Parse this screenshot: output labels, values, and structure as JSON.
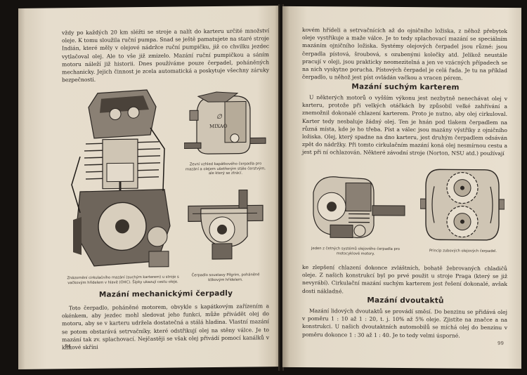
{
  "left_page": {
    "paragraph_1": "vždy po každých 20 km sléžti se stroje a nalít do karteru určité množství oleje. K tomu sloužila ruční pumpa. Snad se ještě pamatujete na staré stroje Indián, které měly v olejové nádržce ruční pumpičku, již co chvilku jezdec vytlačoval olej. Ale to vše již zmizelo. Mazání ruční pumpičkou a sáním motoru náleží již historii. Dnes používáme pouze čerpadel, poháněných mechanicky. Jejich činnost je zcela automatická a poskytuje všechny záruky bezpečnosti.",
    "caption_engine": "Znázornění cirkulačního mazání (suchým karterem) u stroje s vačkovým hřídelem v hlavě (OHC). Šipky ukazují cestu oleje.",
    "caption_pump": "Zevní vzhled kapátkového čerpadla pro mazání a olejem ušetřeným stále čerstvým, ale který se ztrácí.",
    "pump_label": "MIXAO",
    "caption_pump2": "Čerpadlo soustavy Pilgrim, poháněné klikovým hřídelem.",
    "heading": "Mazání mechanickými čerpadly",
    "paragraph_2": "Toto čerpadlo, poháněné motorem, obvykle s kapátkovým zařízením a okénkem, aby jezdec mohl sledovat jeho funkci, může přivádět olej do motoru, aby se v karteru udržela dostatečná a stálá hladina. Vlastní mazání se potom obstarává setrvačníky, které odstřikují olej na stěny válce. Je to mazání tak zv. splachovací. Nejčastěji se však olej přivádí pomocí kanálků v klikové skříni",
    "page_number": "94"
  },
  "right_page": {
    "paragraph_1": "kovém hřídeli a setrvačnících až do ojničního ložiska, z něhož přebytek oleje vystřikuje a maže válce. Je to tedy splachovací mazání se speciálním mazáním ojničního ložiska. Systémy olejových čerpadel jsou různé: jsou čerpadla pístová, šroubová, s ozubenými kolečky atd. Jelikož neustále pracují v oleji, jsou prakticky neomezitelná a jen ve vzácných případech se na nich vyskytne porucha. Pístových čerpadel je celá řada. Je tu na příklad čerpadlo, u něhož jest píst ovládán vačkou a vracen pérem.",
    "heading_1": "Mazání suchým karterem",
    "paragraph_2": "U některých motorů o vyšším výkonu jest nezbytně nenechávat olej v karteru, protože při velkých otáčkách by způsobil velké zahřívání a znemožnil dokonalé chlazení karterem. Proto je nutno, aby olej cirkuloval. Karter tedy nesbaluje žádný olej. Ten je hnán pod tlakem čerpadlem na různá místa, kde je ho třeba. Píst a válec jsou mazány výstřiky z ojničního ložiska. Olej, který spadne na dno karteru, jest druhým čerpadlem odsáván zpět do nádržky. Při tomto cirkulačním mazání koná olej nesmírnou cestu a jest při ní ochlazován. Některé závodní stroje (Norton, NSU atd.) používají",
    "caption_left": "Jeden z četných systémů olejového čerpadla pro motocyklové motory.",
    "caption_right": "Princip zubových olejových čerpadel.",
    "paragraph_3": "ke zlepšení chlazení dokonce zvláštních, bohatě žebrovaných chladičů oleje. Z našich konstrukcí byl po prvé použit u stroje Praga (který se již nevyrábí). Cirkulační mazání suchým karterem jest řešení dokonalé, avšak dosti nákladné.",
    "heading_2": "Mazání dvoutaktů",
    "paragraph_4": "Mazání lidových dvoutaktů se provádí směsí. Do benzinu se přidává olej v poměru 1 : 10 až 1 : 20, t. j. 10% až 5% oleje. Zjistíte na značce a na konstrukci. U našich dvoutaktních automobilů se míchá olej do benzinu v poměru dokonce 1 : 30 až 1 : 40. Je to tedy velmi úsporné.",
    "page_number": "99"
  },
  "colors": {
    "paper": "#e6ddcd",
    "ink": "#2b2622",
    "background": "#14110e"
  }
}
